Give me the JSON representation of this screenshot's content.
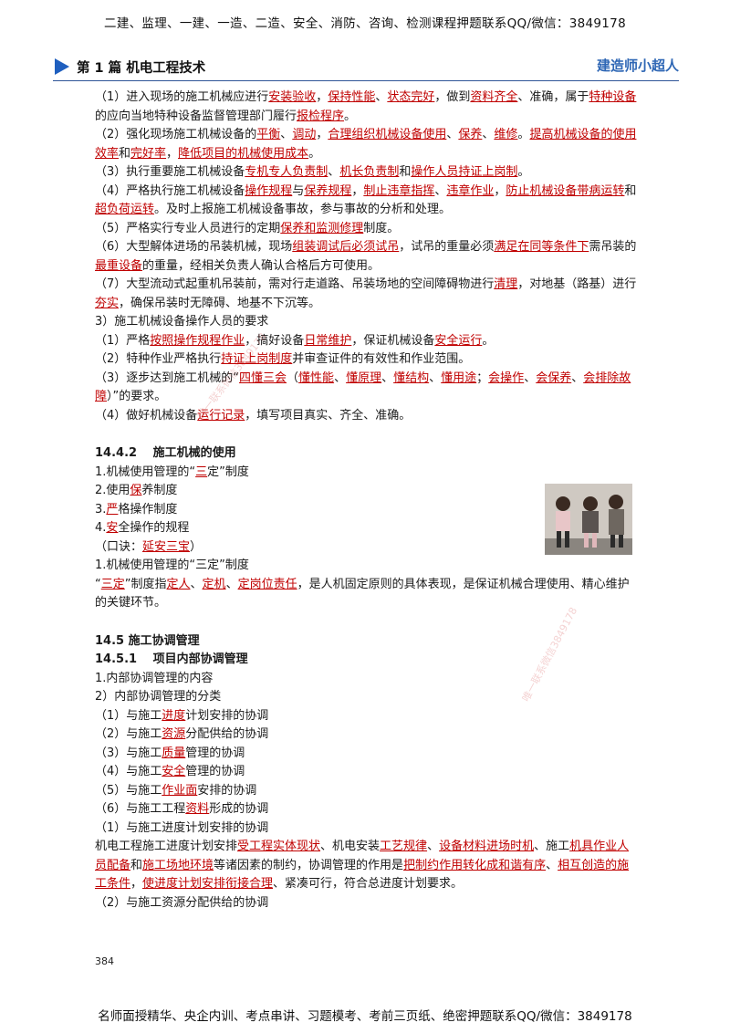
{
  "header": {
    "banner": "二建、监理、一建、一造、二造、安全、消防、咨询、检测课程押题联系QQ/微信：3849178",
    "chapter_title": "第 1 篇  机电工程技术",
    "author": "建造师小超人"
  },
  "p1": {
    "a": "（1）进入现场的施工机械应进行",
    "b": "安装验收",
    "c": "，",
    "d": "保持性能",
    "e": "、",
    "f": "状态完好",
    "g": "，做到",
    "h": "资料齐全",
    "i": "、准确，属于",
    "j": "特种设备",
    "k": "的应向当地特种设备监督管理部门履行",
    "l": "报检程序",
    "m": "。"
  },
  "p2": {
    "a": "（2）强化现场施工机械设备的",
    "b": "平衡",
    "c": "、",
    "d": "调动",
    "e": "，",
    "f": "合理组织机械设备使用",
    "g": "、",
    "h": "保养",
    "i": "、",
    "j": "维修",
    "k": "。",
    "l": "提高机械设备的使用效率",
    "m": "和",
    "n": "完好率",
    "o": "，",
    "p": "降低项目的机械使用成本",
    "q": "。"
  },
  "p3": {
    "a": "（3）执行重要施工机械设备",
    "b": "专机专人负责制",
    "c": "、",
    "d": "机长负责制",
    "e": "和",
    "f": "操作人员持证上岗制",
    "g": "。"
  },
  "p4": {
    "a": "（4）严格执行施工机械设备",
    "b": "操作规程",
    "c": "与",
    "d": "保养规程",
    "e": "，",
    "f": "制止违章指挥",
    "g": "、",
    "h": "违章作业",
    "i": "，",
    "j": "防止机械设备带病运转",
    "k": "和",
    "l": "超负荷运转",
    "m": "。及时上报施工机械设备事故，参与事故的分析和处理。"
  },
  "p5": {
    "a": "（5）严格实行专业人员进行的定期",
    "b": "保养和监测修理",
    "c": "制度。"
  },
  "p6": {
    "a": "（6）大型解体进场的吊装机械，现场",
    "b": "组装调试后必须试吊",
    "c": "，试吊的重量必须",
    "d": "满足在同等条件下",
    "e": "需吊装的",
    "f": "最重设备",
    "g": "的重量，经相关负责人确认合格后方可使用。"
  },
  "p7": {
    "a": "（7）大型流动式起重机吊装前，需对行走道路、吊装场地的空间障碍物进行",
    "b": "清理",
    "c": "，对地基（路基）进行",
    "d": "夯实",
    "e": "，确保吊装时无障碍、地基不下沉等。"
  },
  "p8": "3）施工机械设备操作人员的要求",
  "p9": {
    "a": "（1）严格",
    "b": "按照操作规程作业",
    "c": "，搞好设备",
    "d": "日常维护",
    "e": "，保证机械设备",
    "f": "安全运行",
    "g": "。"
  },
  "p10": {
    "a": "（2）特种作业严格执行",
    "b": "持证上岗制度",
    "c": "并审查证件的有效性和作业范围。"
  },
  "p11": {
    "a": "（3）逐步达到施工机械的“",
    "b": "四懂三会",
    "c": "（",
    "d": "懂性能",
    "e": "、",
    "f": "懂原理",
    "g": "、",
    "h": "懂结构",
    "i": "、",
    "j": "懂用途",
    "k": "；",
    "l": "会操作",
    "m": "、",
    "n": "会保养",
    "o": "、",
    "p": "会排除故障",
    "q": "）”的要求。"
  },
  "p12": {
    "a": "（4）做好机械设备",
    "b": "运行记录",
    "c": "，填写项目真实、齐全、准确。"
  },
  "s1442": "14.4.2　 施工机械的使用",
  "m1": {
    "a": "1.机械使用管理的“",
    "b": "三",
    "c": "定”制度"
  },
  "m2": {
    "a": "2.使用",
    "b": "保",
    "c": "养制度"
  },
  "m3": {
    "a": "3.",
    "b": "严",
    "c": "格操作制度"
  },
  "m4": {
    "a": "4.",
    "b": "安",
    "c": "全操作的规程"
  },
  "m5": {
    "a": "（口诀：",
    "b": "延安三宝",
    "c": "）"
  },
  "m6": "1.机械使用管理的“三定”制度",
  "m7": {
    "a": "“",
    "b": "三定",
    "c": "”制度指",
    "d": "定人",
    "e": "、",
    "f": "定机",
    "g": "、",
    "h": "定岗位责任",
    "i": "，是人机固定原则的具体表现，是保证机械合理使用、精心维护的关键环节。"
  },
  "s145": "14.5 施工协调管理",
  "s1451": "14.5.1　 项目内部协调管理",
  "c1": "1.内部协调管理的内容",
  "c2": "2）内部协调管理的分类",
  "c3": {
    "a": "（1）与施工",
    "b": "进度",
    "c": "计划安排的协调"
  },
  "c4": {
    "a": "（2）与施工",
    "b": "资源",
    "c": "分配供给的协调"
  },
  "c5": {
    "a": "（3）与施工",
    "b": "质量",
    "c": "管理的协调"
  },
  "c6": {
    "a": "（4）与施工",
    "b": "安全",
    "c": "管理的协调"
  },
  "c7": {
    "a": "（5）与施工",
    "b": "作业面",
    "c": "安排的协调"
  },
  "c8": {
    "a": "（6）与施工工程",
    "b": "资料",
    "c": "形成的协调"
  },
  "c9": "（1）与施工进度计划安排的协调",
  "c10": {
    "a": "机电工程施工进度计划安排",
    "b": "受工程实体现状",
    "c": "、机电安装",
    "d": "工艺规律",
    "e": "、",
    "f": "设备材料进场时机",
    "g": "、施工",
    "h": "机具作业人员配备",
    "i": "和",
    "j": "施工场地环境",
    "k": "等诸因素的制约，协调管理的作用是",
    "l": "把制约作用转化成和谐有序",
    "m": "、",
    "n": "相互创造的施工条件",
    "o": "，",
    "p": "使进度计划安排衔接合理",
    "q": "、紧凑可行，符合总进度计划要求。"
  },
  "c11": "（2）与施工资源分配供给的协调",
  "watermarks": {
    "w1": "唯一联系微信3849178",
    "w2": "唯一联系微信3849178"
  },
  "footer": {
    "page_number": "384",
    "banner": "名师面授精华、央企内训、考点串讲、习题模考、考前三页纸、绝密押题联系QQ/微信：3849178"
  },
  "colors": {
    "accent_red": "#c00000",
    "header_blue": "#2f67b5",
    "triangle_blue": "#1f5fbf"
  }
}
